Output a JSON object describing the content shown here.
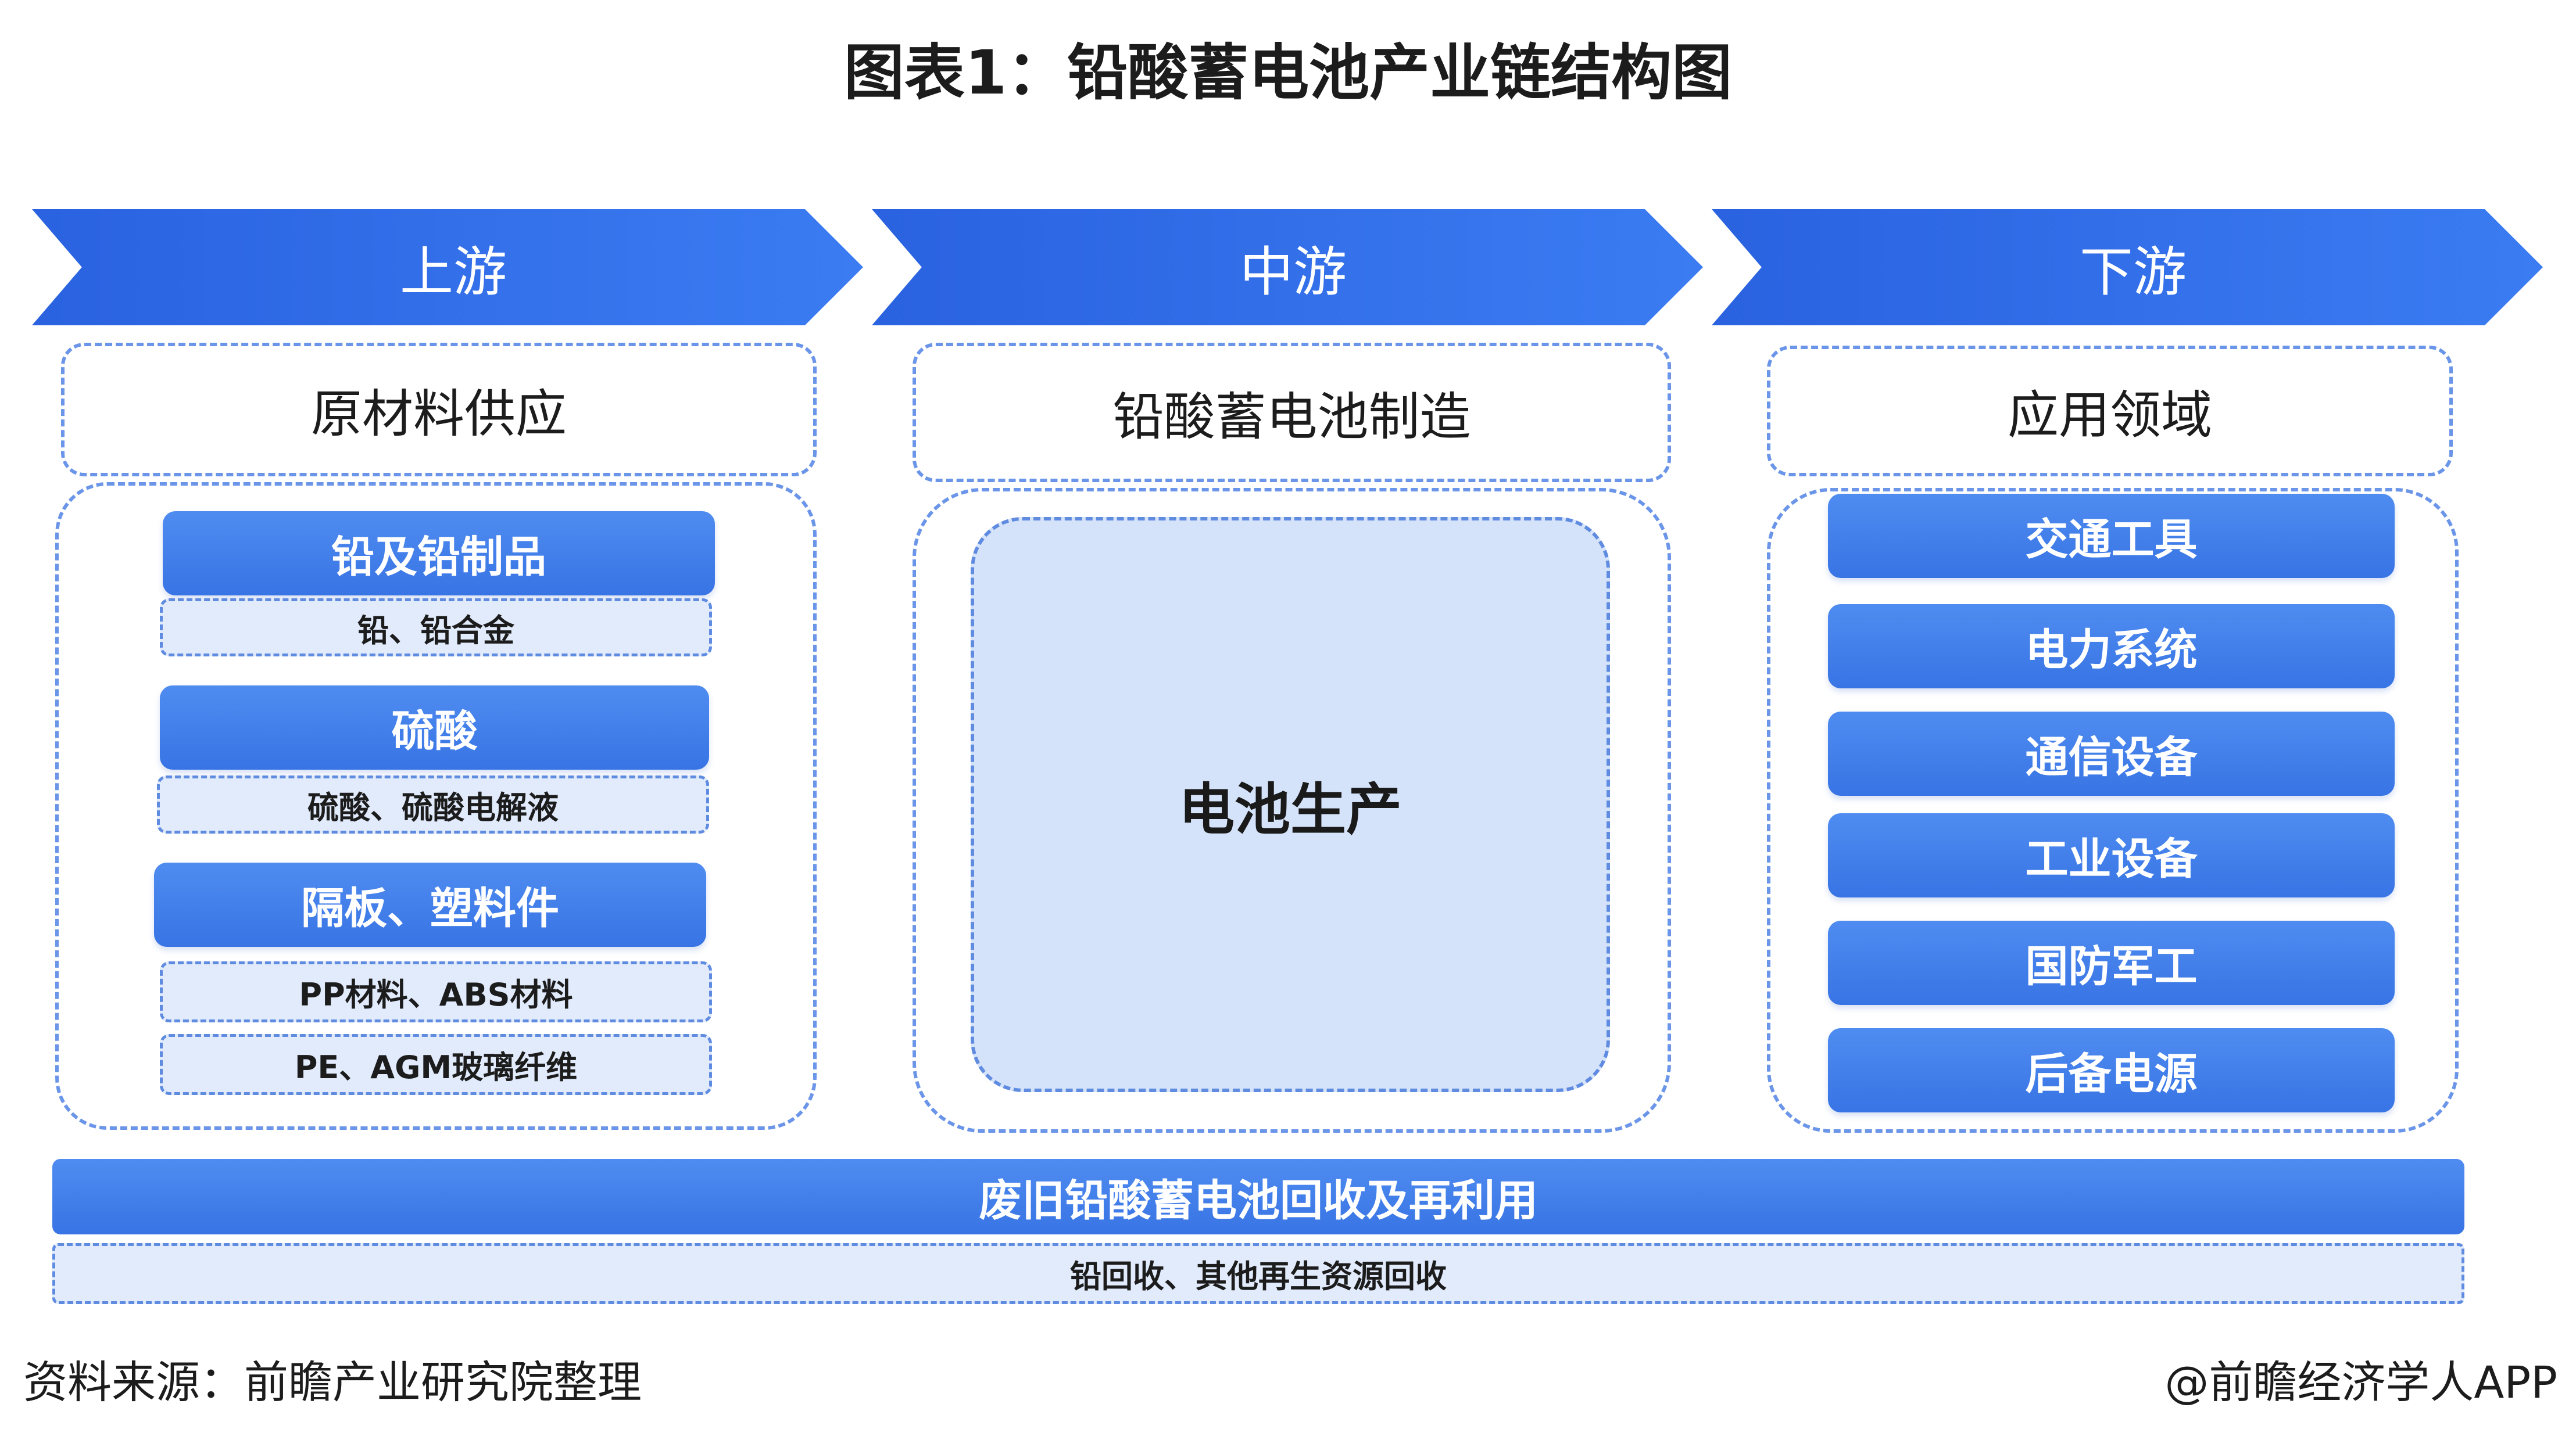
{
  "title": "图表1：铅酸蓄电池产业链结构图",
  "stages": {
    "upstream": {
      "label": "上游",
      "category": "原材料供应",
      "groups": [
        {
          "name": "铅及铅制品",
          "details": [
            "铅、铅合金"
          ]
        },
        {
          "name": "硫酸",
          "details": [
            "硫酸、硫酸电解液"
          ]
        },
        {
          "name": "隔板、塑料件",
          "details": [
            "PP材料、ABS材料",
            "PE、AGM玻璃纤维"
          ]
        }
      ]
    },
    "midstream": {
      "label": "中游",
      "category": "铅酸蓄电池制造",
      "core": "电池生产"
    },
    "downstream": {
      "label": "下游",
      "category": "应用领域",
      "items": [
        "交通工具",
        "电力系统",
        "通信设备",
        "工业设备",
        "国防军工",
        "后备电源"
      ]
    }
  },
  "recycling": {
    "label": "废旧铅酸蓄电池回收及再利用",
    "detail": "铅回收、其他再生资源回收"
  },
  "source": "资料来源：前瞻产业研究院整理",
  "credit": "@前瞻经济学人APP",
  "colors": {
    "primary_blue": "#3874e4",
    "light_blue": "#e1ebfc",
    "dash_blue": "#6b95e8"
  }
}
